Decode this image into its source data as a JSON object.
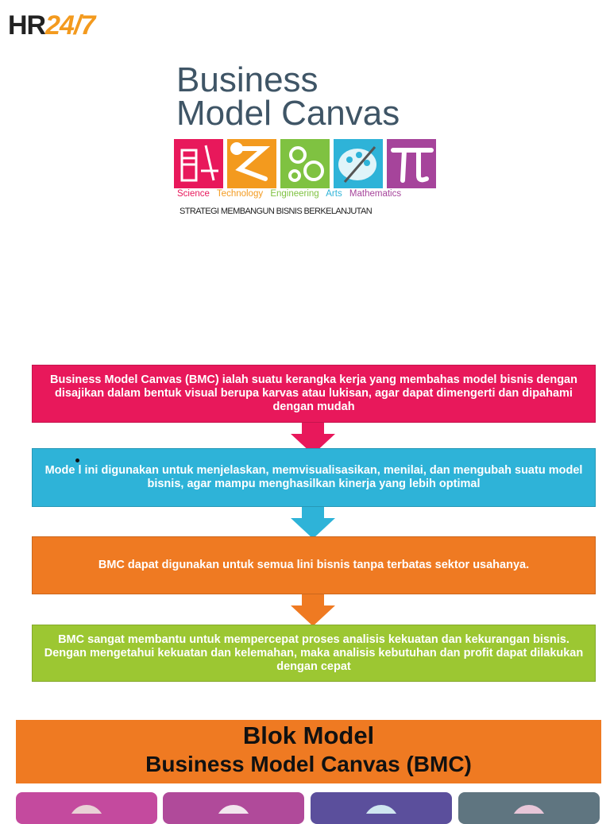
{
  "logo": {
    "hr": "HR",
    "num": "24/7"
  },
  "title": {
    "line1": "Business",
    "line2": "Model Canvas"
  },
  "stem": {
    "labels": [
      {
        "text": "Science",
        "color": "#e8185b"
      },
      {
        "text": "Technology",
        "color": "#f39a1e"
      },
      {
        "text": "Engineering",
        "color": "#7fc241"
      },
      {
        "text": "Arts",
        "color": "#2eb3d8"
      },
      {
        "text": "Mathematics",
        "color": "#a6449b"
      }
    ],
    "tile_colors": [
      "#e8185b",
      "#f39a1e",
      "#7fc241",
      "#2eb3d8",
      "#a6449b"
    ],
    "tile_icons": [
      "beaker-icon",
      "robot-arm-icon",
      "gears-icon",
      "palette-icon",
      "pi-icon"
    ]
  },
  "tagline": "STRATEGI MEMBANGUN BISNIS BERKELANJUTAN",
  "flow": [
    {
      "text": "Business Model Canvas (BMC) ialah suatu kerangka kerja yang membahas model bisnis dengan disajikan dalam bentuk visual berupa karvas atau lukisan, agar dapat dimengerti dan dipahami dengan mudah",
      "color": "#e8185b"
    },
    {
      "text": "Mode l ini digunakan untuk menjelaskan, memvisualisasikan, menilai, dan mengubah suatu model bisnis, agar mampu menghasilkan kinerja yang lebih optimal",
      "color": "#2eb3d8"
    },
    {
      "text": "BMC dapat digunakan untuk semua lini bisnis tanpa terbatas sektor usahanya.",
      "color": "#ef7a22"
    },
    {
      "text": "BMC sangat membantu untuk mempercepat proses analisis kekuatan dan kekurangan bisnis. Dengan mengetahui kekuatan dan kelemahan, maka analisis kebutuhan dan profit dapat dilakukan dengan cepat",
      "color": "#9cc732"
    }
  ],
  "blok": {
    "line1": "Blok Model",
    "line2": "Business Model Canvas (BMC)"
  },
  "cards": [
    {
      "color": "#c44a9e"
    },
    {
      "color": "#b04a9a"
    },
    {
      "color": "#5b4f9c"
    },
    {
      "color": "#5f7580"
    }
  ]
}
